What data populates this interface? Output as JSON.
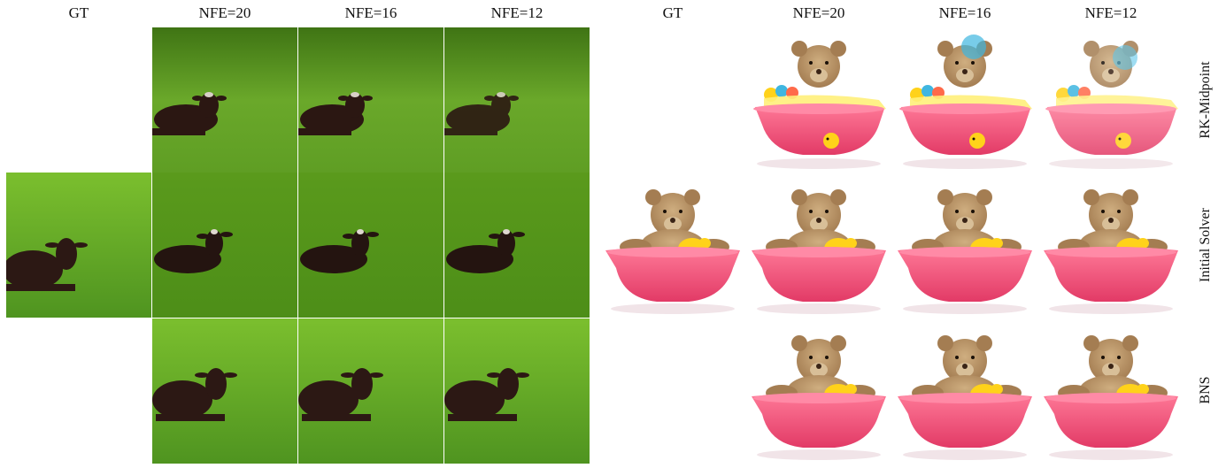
{
  "headers": {
    "left": [
      "GT",
      "NFE=20",
      "NFE=16",
      "NFE=12"
    ],
    "right": [
      "GT",
      "NFE=20",
      "NFE=16",
      "NFE=12"
    ]
  },
  "row_labels": [
    "RK-Midpoint",
    "Initial Solver",
    "BNS"
  ],
  "colors": {
    "grass_dark": "#4f8a18",
    "grass_light": "#7fbf2a",
    "cow": "#2b1712",
    "tub": "#f0567a",
    "bear": "#b89468",
    "duck": "#ffd21a"
  }
}
